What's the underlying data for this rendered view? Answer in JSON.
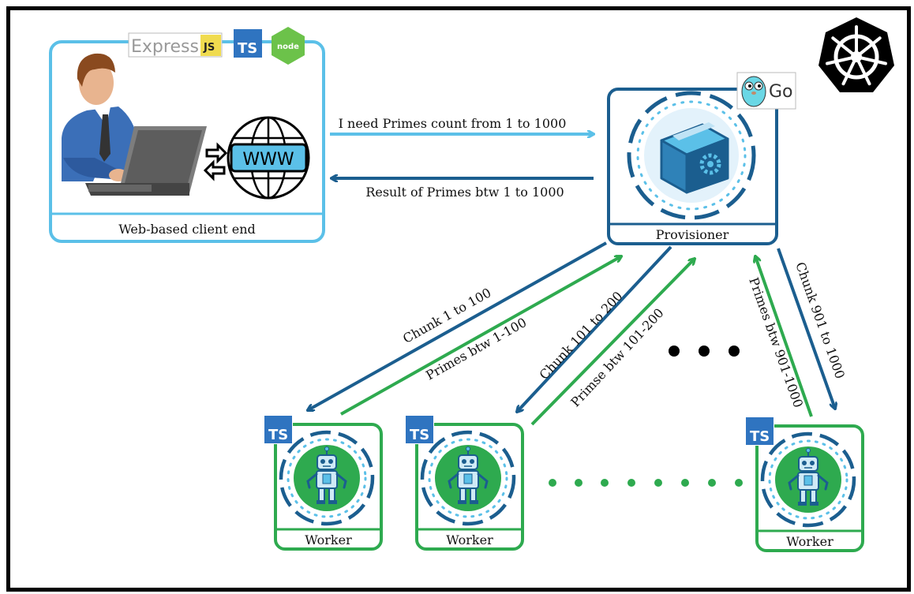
{
  "client": {
    "label": "Web-based client end",
    "www_text": "WWW",
    "tech_badges": {
      "express": "Express",
      "js": "JS",
      "ts": "TS",
      "node": "node"
    }
  },
  "provisioner": {
    "label": "Provisioner",
    "badge": "Go"
  },
  "workers": [
    {
      "label": "Worker",
      "badge": "TS"
    },
    {
      "label": "Worker",
      "badge": "TS"
    },
    {
      "label": "Worker",
      "badge": "TS"
    }
  ],
  "arrows": {
    "request": "I need Primes count from 1 to 1000",
    "result": "Result of Primes btw 1 to 1000",
    "w1_down": "Chunk 1 to 100",
    "w1_up": "Primes btw 1-100",
    "w2_down": "Chunk 101 to 200",
    "w2_up": "Primse btw 101-200",
    "w3_down": "Chunk 901 to 1000",
    "w3_up": "Primes btw 901-1000"
  },
  "colors": {
    "light_blue": "#5bc0e8",
    "dark_blue": "#1b5e8f",
    "green": "#2eaa4f",
    "ts_blue": "#2f74c0",
    "k8s_black": "#000000"
  }
}
